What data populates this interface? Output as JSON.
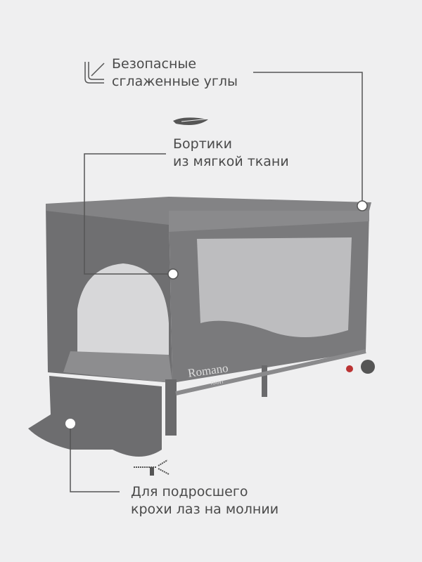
{
  "callouts": [
    {
      "line1": "Безопасные",
      "line2": "сглаженные углы",
      "icon": "rounded-corner-icon"
    },
    {
      "line1": "Бортики",
      "line2": "из мягкой ткани",
      "icon": "feather-icon"
    },
    {
      "line1": "Для подросшего",
      "line2": "крохи лаз на молнии",
      "icon": "zipper-icon"
    }
  ],
  "product": {
    "brand": "Romano",
    "maker": "RANT"
  },
  "colors": {
    "background": "#efeff0",
    "fabric": "#7a7a7c",
    "lines": "#555555"
  }
}
